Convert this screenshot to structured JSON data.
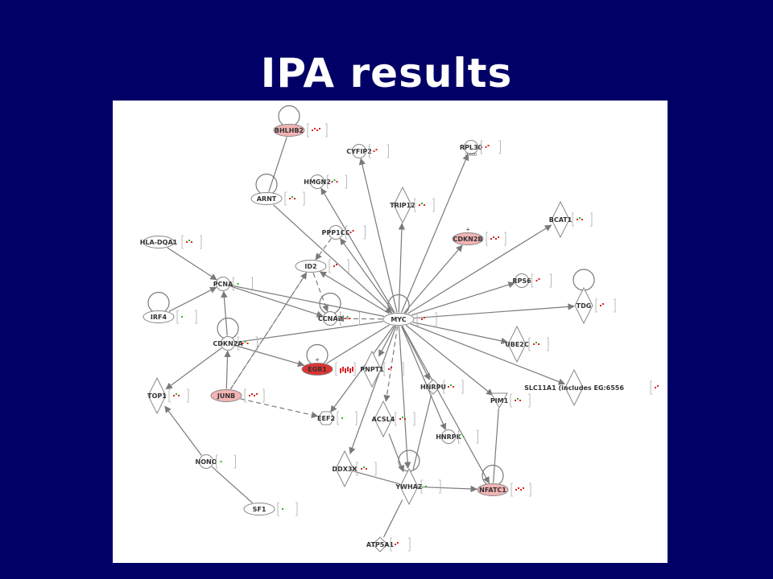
{
  "slide": {
    "title": "IPA results"
  },
  "colors": {
    "background": "#000066",
    "panel": "#ffffff",
    "edge": "#7a7a7a",
    "node_fill": "#ffffff",
    "node_light_red": "#f4b4b4",
    "node_red": "#dd3333",
    "node_stroke": "#888888",
    "up": "#dd2222",
    "down": "#22bb22"
  },
  "network": {
    "nodes": [
      {
        "id": "BHLHB2",
        "label": "BHLHB2",
        "shape": "ellipse",
        "fill": "light-red",
        "self_loop": true
      },
      {
        "id": "CYFIP2",
        "label": "CYFIP2",
        "shape": "circle",
        "fill": "white"
      },
      {
        "id": "RPL30",
        "label": "RPL30",
        "shape": "circle",
        "fill": "white",
        "note": "0.000"
      },
      {
        "id": "HMGN2",
        "label": "HMGN2",
        "shape": "circle",
        "fill": "white"
      },
      {
        "id": "ARNT",
        "label": "ARNT",
        "shape": "ellipse",
        "fill": "white",
        "self_loop": true
      },
      {
        "id": "TRIP12",
        "label": "TRIP12",
        "shape": "diamond",
        "fill": "white"
      },
      {
        "id": "BCAT1",
        "label": "BCAT1",
        "shape": "diamond",
        "fill": "white"
      },
      {
        "id": "PPP1CC",
        "label": "PPP1CC",
        "shape": "circle",
        "fill": "white"
      },
      {
        "id": "CDKN2B",
        "label": "CDKN2B",
        "shape": "ellipse",
        "fill": "light-red",
        "up_mark": "+"
      },
      {
        "id": "HLA-DQA1",
        "label": "HLA-DQA1",
        "shape": "ellipse",
        "fill": "white"
      },
      {
        "id": "ID2",
        "label": "ID2",
        "shape": "ellipse",
        "fill": "white"
      },
      {
        "id": "PCNA",
        "label": "PCNA",
        "shape": "circle",
        "fill": "white"
      },
      {
        "id": "RPS6",
        "label": "RPS6",
        "shape": "circle",
        "fill": "white"
      },
      {
        "id": "TDG",
        "label": "TDG",
        "shape": "diamond",
        "fill": "white",
        "self_loop": true
      },
      {
        "id": "IRF4",
        "label": "IRF4",
        "shape": "ellipse",
        "fill": "white",
        "self_loop": true
      },
      {
        "id": "CCNA2",
        "label": "CCNA2",
        "shape": "circle",
        "fill": "white",
        "self_loop": true
      },
      {
        "id": "MYC",
        "label": "MYC",
        "shape": "ellipse",
        "fill": "white",
        "self_loop": true
      },
      {
        "id": "CDKN2A",
        "label": "CDKN2A",
        "shape": "circle",
        "fill": "white",
        "self_loop": true
      },
      {
        "id": "UBE2C",
        "label": "UBE2C",
        "shape": "diamond",
        "fill": "white"
      },
      {
        "id": "EGR1",
        "label": "EGR1",
        "shape": "ellipse",
        "fill": "red",
        "self_loop": true,
        "up_mark": "+"
      },
      {
        "id": "PNPT1",
        "label": "PNPT1",
        "shape": "diamond",
        "fill": "white"
      },
      {
        "id": "SLC11A1",
        "label": "SLC11A1 (includes EG:6556",
        "shape": "diamond",
        "fill": "white"
      },
      {
        "id": "TOP1",
        "label": "TOP1",
        "shape": "diamond",
        "fill": "white"
      },
      {
        "id": "JUNB",
        "label": "JUNB",
        "shape": "ellipse",
        "fill": "light-red"
      },
      {
        "id": "HNRPU",
        "label": "HNRPU",
        "shape": "square",
        "fill": "white"
      },
      {
        "id": "PIM1",
        "label": "PIM1",
        "shape": "triangle",
        "fill": "white"
      },
      {
        "id": "EEF2",
        "label": "EEF2",
        "shape": "hexagon",
        "fill": "white"
      },
      {
        "id": "ACSL4",
        "label": "ACSL4",
        "shape": "diamond",
        "fill": "white"
      },
      {
        "id": "HNRPK",
        "label": "HNRPK",
        "shape": "circle",
        "fill": "white"
      },
      {
        "id": "NONO",
        "label": "NONO",
        "shape": "circle",
        "fill": "white"
      },
      {
        "id": "DDX3X",
        "label": "DDX3X",
        "shape": "diamond",
        "fill": "white"
      },
      {
        "id": "YWHAZ",
        "label": "YWHAZ",
        "shape": "diamond",
        "fill": "white",
        "self_loop": true
      },
      {
        "id": "NFATC1",
        "label": "NFATC1",
        "shape": "ellipse",
        "fill": "light-red",
        "self_loop": true
      },
      {
        "id": "SF1",
        "label": "SF1",
        "shape": "ellipse",
        "fill": "white"
      },
      {
        "id": "ATP5A1",
        "label": "ATP5A1",
        "shape": "square",
        "fill": "white"
      }
    ],
    "edges": [
      {
        "from": "ARNT",
        "to": "BHLHB2",
        "style": "solid",
        "arrow": false
      },
      {
        "from": "ARNT",
        "to": "MYC",
        "style": "solid",
        "arrow": true
      },
      {
        "from": "MYC",
        "to": "CYFIP2",
        "style": "solid",
        "arrow": true
      },
      {
        "from": "MYC",
        "to": "RPL30",
        "style": "solid",
        "arrow": true
      },
      {
        "from": "MYC",
        "to": "HMGN2",
        "style": "solid",
        "arrow": true
      },
      {
        "from": "MYC",
        "to": "TRIP12",
        "style": "solid",
        "arrow": true
      },
      {
        "from": "MYC",
        "to": "BCAT1",
        "style": "solid",
        "arrow": true
      },
      {
        "from": "MYC",
        "to": "PPP1CC",
        "style": "solid",
        "arrow": true
      },
      {
        "from": "MYC",
        "to": "CDKN2B",
        "style": "solid",
        "arrow": true
      },
      {
        "from": "MYC",
        "to": "RPS6",
        "style": "solid",
        "arrow": true
      },
      {
        "from": "MYC",
        "to": "TDG",
        "style": "solid",
        "arrow": true
      },
      {
        "from": "MYC",
        "to": "UBE2C",
        "style": "solid",
        "arrow": true
      },
      {
        "from": "MYC",
        "to": "SLC11A1",
        "style": "solid",
        "arrow": true
      },
      {
        "from": "MYC",
        "to": "PIM1",
        "style": "solid",
        "arrow": true
      },
      {
        "from": "MYC",
        "to": "HNRPU",
        "style": "solid",
        "arrow": true
      },
      {
        "from": "MYC",
        "to": "HNRPK",
        "style": "solid",
        "arrow": true
      },
      {
        "from": "MYC",
        "to": "EEF2",
        "style": "solid",
        "arrow": true
      },
      {
        "from": "MYC",
        "to": "PNPT1",
        "style": "solid",
        "arrow": true
      },
      {
        "from": "MYC",
        "to": "ACSL4",
        "style": "dashed",
        "arrow": true
      },
      {
        "from": "MYC",
        "to": "DDX3X",
        "style": "solid",
        "arrow": true
      },
      {
        "from": "MYC",
        "to": "YWHAZ",
        "style": "solid",
        "arrow": true
      },
      {
        "from": "MYC",
        "to": "NFATC1",
        "style": "solid",
        "arrow": true
      },
      {
        "from": "MYC",
        "to": "CCNA2",
        "style": "dashed",
        "arrow": true
      },
      {
        "from": "MYC",
        "to": "ID2",
        "style": "solid",
        "arrow": true
      },
      {
        "from": "PCNA",
        "to": "MYC",
        "style": "solid",
        "arrow": false
      },
      {
        "from": "CDKN2A",
        "to": "MYC",
        "style": "solid",
        "arrow": false
      },
      {
        "from": "EGR1",
        "to": "MYC",
        "style": "solid",
        "arrow": false
      },
      {
        "from": "ID2",
        "to": "CCNA2",
        "style": "dashed",
        "arrow": true
      },
      {
        "from": "PPP1CC",
        "to": "ID2",
        "style": "dashed",
        "arrow": true
      },
      {
        "from": "HLA-DQA1",
        "to": "PCNA",
        "style": "solid",
        "arrow": true
      },
      {
        "from": "PCNA",
        "to": "CCNA2",
        "style": "solid",
        "arrow": true
      },
      {
        "from": "CDKN2A",
        "to": "PCNA",
        "style": "solid",
        "arrow": true
      },
      {
        "from": "IRF4",
        "to": "PCNA",
        "style": "solid",
        "arrow": true
      },
      {
        "from": "CDKN2A",
        "to": "EGR1",
        "style": "solid",
        "arrow": true
      },
      {
        "from": "CDKN2A",
        "to": "TOP1",
        "style": "solid",
        "arrow": true
      },
      {
        "from": "JUNB",
        "to": "CDKN2A",
        "style": "solid",
        "arrow": true
      },
      {
        "from": "JUNB",
        "to": "ID2",
        "style": "dashed",
        "arrow": true
      },
      {
        "from": "JUNB",
        "to": "EEF2",
        "style": "dashed",
        "arrow": true
      },
      {
        "from": "ID2",
        "to": "JUNB",
        "style": "dashed",
        "arrow": false
      },
      {
        "from": "NONO",
        "to": "TOP1",
        "style": "solid",
        "arrow": true
      },
      {
        "from": "SF1",
        "to": "NONO",
        "style": "solid",
        "arrow": false
      },
      {
        "from": "ACSL4",
        "to": "YWHAZ",
        "style": "solid",
        "arrow": true
      },
      {
        "from": "YWHAZ",
        "to": "NFATC1",
        "style": "solid",
        "arrow": true
      },
      {
        "from": "YWHAZ",
        "to": "DDX3X",
        "style": "solid",
        "arrow": false
      },
      {
        "from": "ATP5A1",
        "to": "YWHAZ",
        "style": "solid",
        "arrow": false
      },
      {
        "from": "HNRPU",
        "to": "YWHAZ",
        "style": "solid",
        "arrow": false
      },
      {
        "from": "PIM1",
        "to": "NFATC1",
        "style": "solid",
        "arrow": false
      }
    ]
  }
}
